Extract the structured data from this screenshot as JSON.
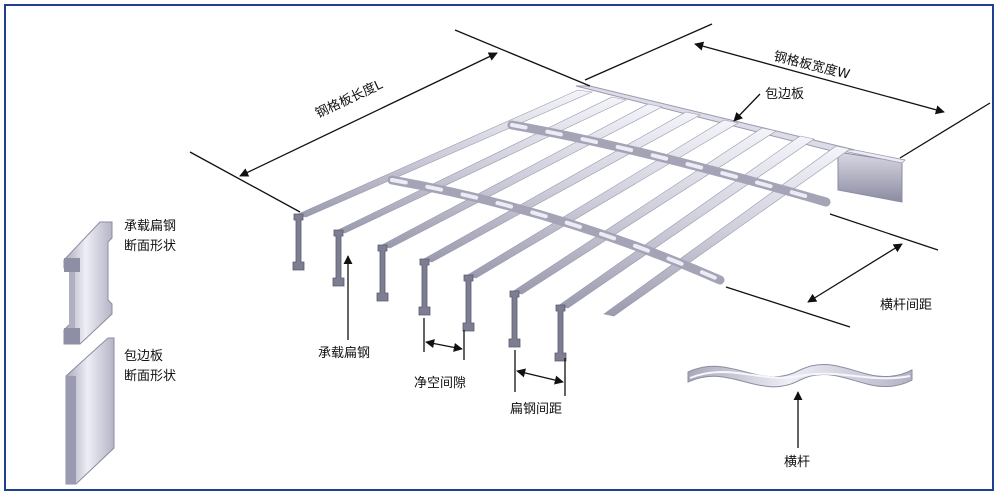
{
  "labels": {
    "length": "钢格板长度L",
    "width": "钢格板宽度W",
    "edge_plate": "包边板",
    "bearing_bar": "承载扁钢",
    "clear_gap": "净空间隙",
    "bar_pitch": "扁钢间距",
    "cross_bar_pitch": "横杆间距",
    "cross_bar": "横杆",
    "bearing_section_l1": "承载扁钢",
    "bearing_section_l2": "断面形状",
    "edge_section_l1": "包边板",
    "edge_section_l2": "断面形状"
  },
  "colors": {
    "frame": "#1f3f8f",
    "steel_light": "#e4e4ee",
    "steel_mid": "#c4c4d2",
    "steel_dark": "#8e8ea0",
    "line": "#111111"
  }
}
